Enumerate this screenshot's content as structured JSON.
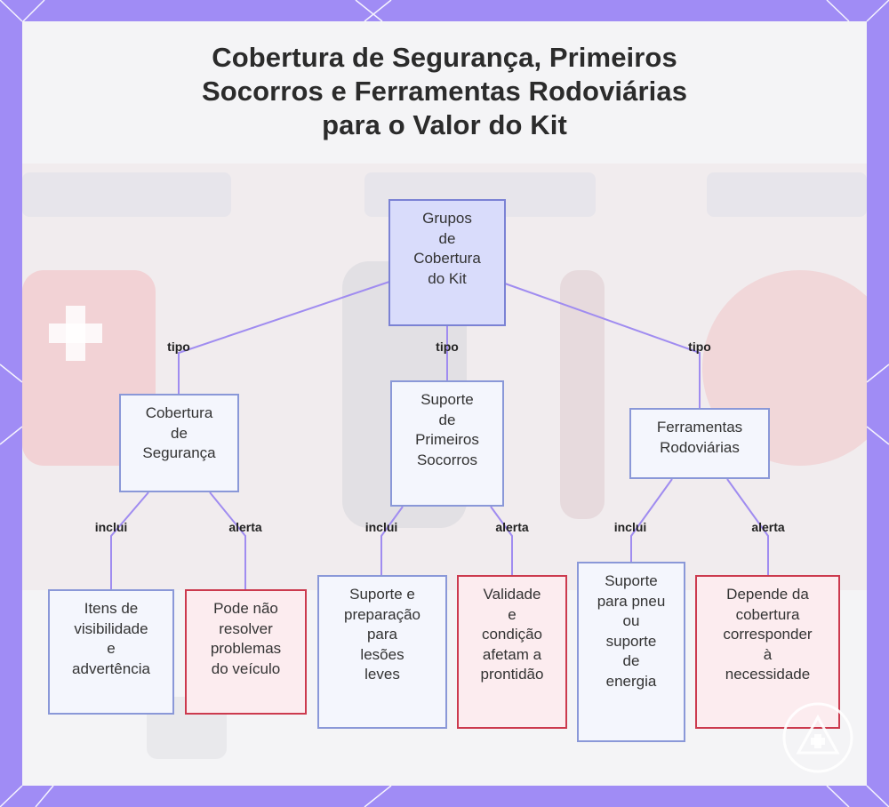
{
  "title_lines": [
    "Cobertura de Segurança, Primeiros",
    "Socorros e Ferramentas Rodoviárias",
    "para o Valor do Kit"
  ],
  "nodes": {
    "root": [
      "Grupos",
      "de",
      "Cobertura",
      "do Kit"
    ],
    "safety": [
      "Cobertura",
      "de",
      "Segurança"
    ],
    "firstaid": [
      "Suporte",
      "de",
      "Primeiros",
      "Socorros"
    ],
    "tools": [
      "Ferramentas",
      "Rodoviárias"
    ],
    "safety_inc": [
      "Itens de",
      "visibilidade",
      "e",
      "advertência"
    ],
    "safety_warn": [
      "Pode não",
      "resolver",
      "problemas",
      "do veículo"
    ],
    "firstaid_inc": [
      "Suporte e",
      "preparação",
      "para",
      "lesões",
      "leves"
    ],
    "firstaid_warn": [
      "Validade",
      "e",
      "condição",
      "afetam a",
      "prontidão"
    ],
    "tools_inc": [
      "Suporte",
      "para pneu",
      "ou",
      "suporte",
      "de",
      "energia"
    ],
    "tools_warn": [
      "Depende da",
      "cobertura",
      "corresponder",
      "à",
      "necessidade"
    ]
  },
  "edge_labels": {
    "tipo": "tipo",
    "inclui": "inclui",
    "alerta": "alerta"
  },
  "colors": {
    "background": "#a08cf5",
    "panel": "#f4f4f6",
    "root_fill": "#d9dcfb",
    "node_border": "#8a98d8",
    "warn_fill": "#fcecef",
    "warn_border": "#cc3a4e",
    "edge": "#a08cf0"
  }
}
